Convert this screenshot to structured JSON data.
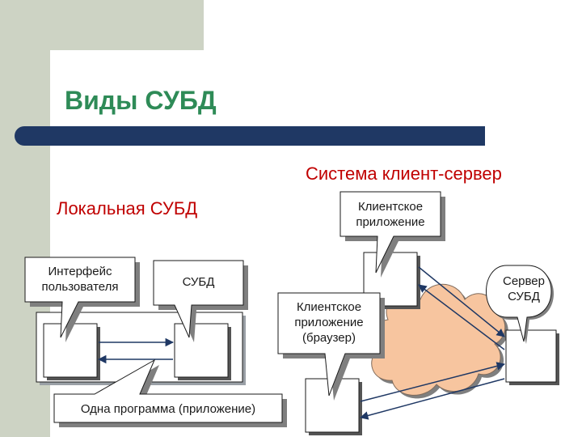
{
  "slide": {
    "title": "Виды СУБД",
    "client_server_heading": "Система клиент-сервер",
    "local_heading": "Локальная СУБД"
  },
  "callouts": {
    "user_interface_line1": "Интерфейс",
    "user_interface_line2": "пользователя",
    "dbms": "СУБД",
    "one_program": "Одна программа (приложение)",
    "client_app_line1": "Клиентское",
    "client_app_line2": "приложение",
    "browser_line1": "Клиентское",
    "browser_line2": "приложение",
    "browser_line3": "(браузер)",
    "server_line1": "Сервер",
    "server_line2": "СУБД"
  },
  "colors": {
    "accent_green": "#2e8b57",
    "heading_red": "#c00000",
    "title_bar": "#1f3864",
    "side_panel": "#cdd3c4",
    "cloud_fill": "#f7c59f",
    "arrow": "#1f3864"
  }
}
